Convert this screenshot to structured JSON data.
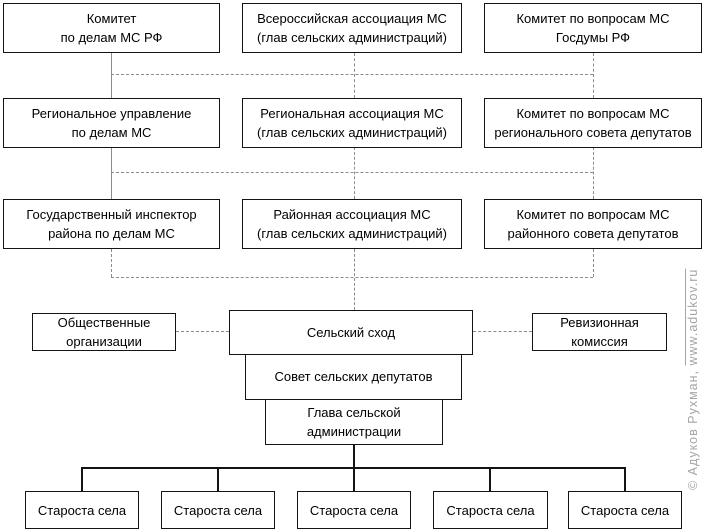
{
  "colors": {
    "background": "#ffffff",
    "box_border": "#141414",
    "connector_gray": "#8c8c8c",
    "tree_black": "#141414",
    "watermark_gray": "#a5a5a5"
  },
  "levels": [
    {
      "name": "federal",
      "boxes": [
        {
          "line1": "Комитет",
          "line2": "по делам МС РФ"
        },
        {
          "line1": "Всероссийская ассоциация МС",
          "line2": "(глав сельских администраций)"
        },
        {
          "line1": "Комитет по вопросам МС",
          "line2": "Госдумы РФ"
        }
      ]
    },
    {
      "name": "regional",
      "boxes": [
        {
          "line1": "Региональное управление",
          "line2": "по делам МС"
        },
        {
          "line1": "Региональная ассоциация МС",
          "line2": "(глав сельских администраций)"
        },
        {
          "line1": "Комитет по вопросам МС",
          "line2": "регионального совета депутатов"
        }
      ]
    },
    {
      "name": "district",
      "boxes": [
        {
          "line1": "Государственный инспектор",
          "line2": "района по делам МС"
        },
        {
          "line1": "Районная ассоциация МС",
          "line2": "(глав сельских администраций)"
        },
        {
          "line1": "Комитет по вопросам МС",
          "line2": "районного совета депутатов"
        }
      ]
    }
  ],
  "village": {
    "public_orgs": {
      "line1": "Общественные",
      "line2": "организации"
    },
    "assembly": {
      "line1": "Сельский сход"
    },
    "audit": {
      "line1": "Ревизионная",
      "line2": "комиссия"
    },
    "council": {
      "line1": "Совет сельских депутатов"
    },
    "head": {
      "line1": "Глава сельской",
      "line2": "администрации"
    }
  },
  "elders": [
    {
      "label": "Староста села"
    },
    {
      "label": "Староста села"
    },
    {
      "label": "Староста села"
    },
    {
      "label": "Староста села"
    },
    {
      "label": "Староста села"
    }
  ],
  "watermark": {
    "prefix": "© Адуков Рухман, ",
    "link": "www.adukov.ru"
  }
}
